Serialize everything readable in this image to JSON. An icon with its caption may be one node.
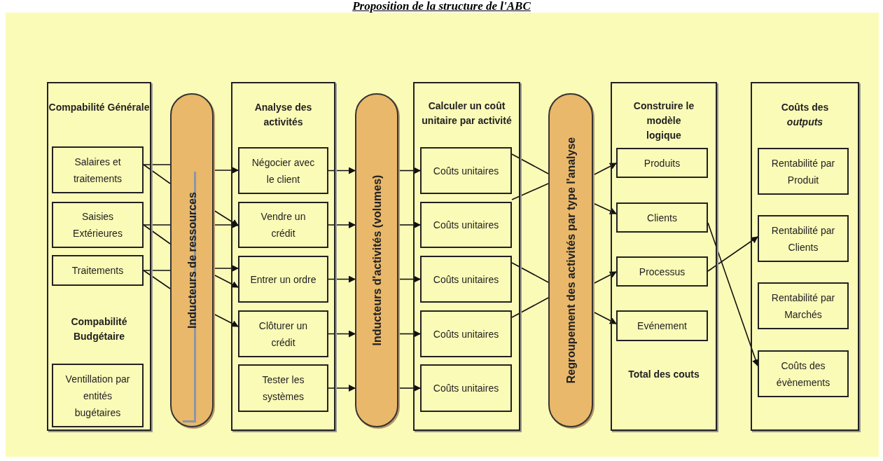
{
  "diagram": {
    "title": "Proposition de la structure de l'ABC",
    "nodes": [
      {
        "text": [
          "Compabilité Générale",
          "Compabilité Budgétaire"
        ]
      },
      {
        "text": [
          "Salaires et traitements"
        ],
        "in": 0
      },
      {
        "text": [
          "Saisies Extérieures"
        ],
        "in": 0
      },
      {
        "text": [
          "Traitements"
        ],
        "in": 0
      },
      {
        "text": [
          "Ventillation par entités bugétaires"
        ],
        "in": 0
      },
      {
        "text": [
          "Inducteurs de ressources"
        ]
      },
      {
        "text": [
          "Analyse des activités"
        ]
      },
      {
        "text": [
          "Négocier avec le client"
        ],
        "in": 6
      },
      {
        "text": [
          "Vendre un crédit"
        ],
        "in": 6
      },
      {
        "text": [
          "Entrer un ordre"
        ],
        "in": 6
      },
      {
        "text": [
          "Clôturer un crédit"
        ],
        "in": 6
      },
      {
        "text": [
          "Tester les systèmes"
        ],
        "in": 6
      },
      {
        "text": [
          "Inducteurs d'activités (volumes)"
        ]
      },
      {
        "text": [
          "Calculer un coût unitaire par activité"
        ]
      },
      {
        "text": [
          "Coûts unitaires"
        ],
        "in": 13
      },
      {
        "text": [
          "Coûts unitaires"
        ],
        "in": 13
      },
      {
        "text": [
          "Coûts unitaires"
        ],
        "in": 13
      },
      {
        "text": [
          "Coûts unitaires"
        ],
        "in": 13
      },
      {
        "text": [
          "Coûts unitaires"
        ],
        "in": 13
      },
      {
        "text": [
          "Regroupement des activités par type l'analyse"
        ]
      },
      {
        "text": [
          "Construire le modèle logique",
          "Total des couts"
        ]
      },
      {
        "text": [
          "Produits"
        ],
        "in": 20
      },
      {
        "text": [
          "Clients"
        ],
        "in": 20
      },
      {
        "text": [
          "Processus"
        ],
        "in": 20
      },
      {
        "text": [
          "Evénement"
        ],
        "in": 20
      },
      {
        "text": [
          "Coûts des *outputs*"
        ]
      },
      {
        "text": [
          "Rentabilité par Produit"
        ],
        "in": 25
      },
      {
        "text": [
          "Rentabilité par Clients"
        ],
        "in": 25
      },
      {
        "text": [
          "Rentabilité par Marchés"
        ],
        "in": 25
      },
      {
        "text": [
          "Coûts des évènements"
        ],
        "in": 25
      }
    ],
    "edges": [
      {
        "from": 1,
        "to": 5,
        "arrow": "none"
      },
      {
        "from": 1,
        "to": 5,
        "arrow": "none"
      },
      {
        "from": 2,
        "to": 5,
        "arrow": "none"
      },
      {
        "from": 2,
        "to": 5,
        "arrow": "none"
      },
      {
        "from": 3,
        "to": 5,
        "arrow": "none"
      },
      {
        "from": 3,
        "to": 5,
        "arrow": "none"
      },
      {
        "from": 5,
        "to": 7,
        "arrow": "to"
      },
      {
        "from": 5,
        "to": 8,
        "arrow": "to"
      },
      {
        "from": 5,
        "to": 8,
        "arrow": "to"
      },
      {
        "from": 5,
        "to": 9,
        "arrow": "to"
      },
      {
        "from": 5,
        "to": 9,
        "arrow": "to"
      },
      {
        "from": 5,
        "to": 10,
        "arrow": "to"
      },
      {
        "from": 7,
        "to": 12,
        "arrow": "to"
      },
      {
        "from": 8,
        "to": 12,
        "arrow": "to"
      },
      {
        "from": 9,
        "to": 12,
        "arrow": "to"
      },
      {
        "from": 10,
        "to": 12,
        "arrow": "to"
      },
      {
        "from": 11,
        "to": 12,
        "arrow": "to"
      },
      {
        "from": 12,
        "to": 14,
        "arrow": "to"
      },
      {
        "from": 12,
        "to": 15,
        "arrow": "to"
      },
      {
        "from": 12,
        "to": 16,
        "arrow": "to"
      },
      {
        "from": 12,
        "to": 17,
        "arrow": "to"
      },
      {
        "from": 12,
        "to": 18,
        "arrow": "to"
      },
      {
        "from": 14,
        "to": 19,
        "arrow": "none"
      },
      {
        "from": 15,
        "to": 19,
        "arrow": "none"
      },
      {
        "from": 16,
        "to": 19,
        "arrow": "none"
      },
      {
        "from": 17,
        "to": 19,
        "arrow": "none"
      },
      {
        "from": 19,
        "to": 21,
        "arrow": "to"
      },
      {
        "from": 19,
        "to": 22,
        "arrow": "to"
      },
      {
        "from": 19,
        "to": 23,
        "arrow": "to"
      },
      {
        "from": 19,
        "to": 24,
        "arrow": "to"
      },
      {
        "from": 22,
        "to": 29,
        "arrow": "to"
      },
      {
        "from": 23,
        "to": 27,
        "arrow": "to"
      }
    ]
  }
}
